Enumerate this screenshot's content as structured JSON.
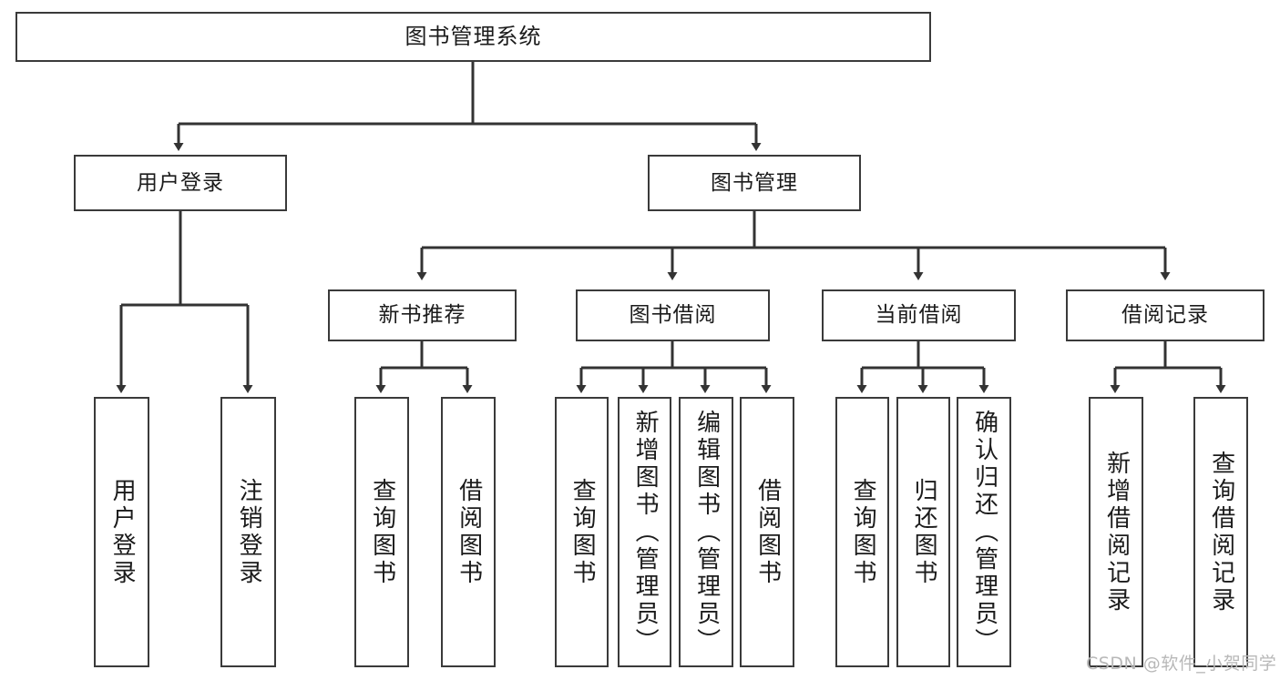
{
  "diagram": {
    "title": "图书管理系统",
    "type": "tree-hierarchy-diagram",
    "stroke_color": "#3a3a3a",
    "fill_color": "#ffffff",
    "text_color": "#1b1b1b"
  },
  "nodes": {
    "root": {
      "label": "图书管理系统"
    },
    "level2": [
      {
        "label": "用户登录"
      },
      {
        "label": "图书管理"
      }
    ],
    "level3": [
      {
        "label": "新书推荐"
      },
      {
        "label": "图书借阅"
      },
      {
        "label": "当前借阅"
      },
      {
        "label": "借阅记录"
      }
    ],
    "leaves_user_login": [
      {
        "label": "用户登录"
      },
      {
        "label": "注销登录"
      }
    ],
    "leaves_new_book": [
      {
        "label": "查询图书"
      },
      {
        "label": "借阅图书"
      }
    ],
    "leaves_borrow": [
      {
        "label": "查询图书"
      },
      {
        "label": "新增图书（管理员）"
      },
      {
        "label": "编辑图书（管理员）"
      },
      {
        "label": "借阅图书"
      }
    ],
    "leaves_current": [
      {
        "label": "查询图书"
      },
      {
        "label": "归还图书"
      },
      {
        "label": "确认归还（管理员）"
      }
    ],
    "leaves_record": [
      {
        "label": "新增借阅记录"
      },
      {
        "label": "查询借阅记录"
      }
    ]
  },
  "watermark": {
    "text": "CSDN @软件_小贺同学"
  }
}
